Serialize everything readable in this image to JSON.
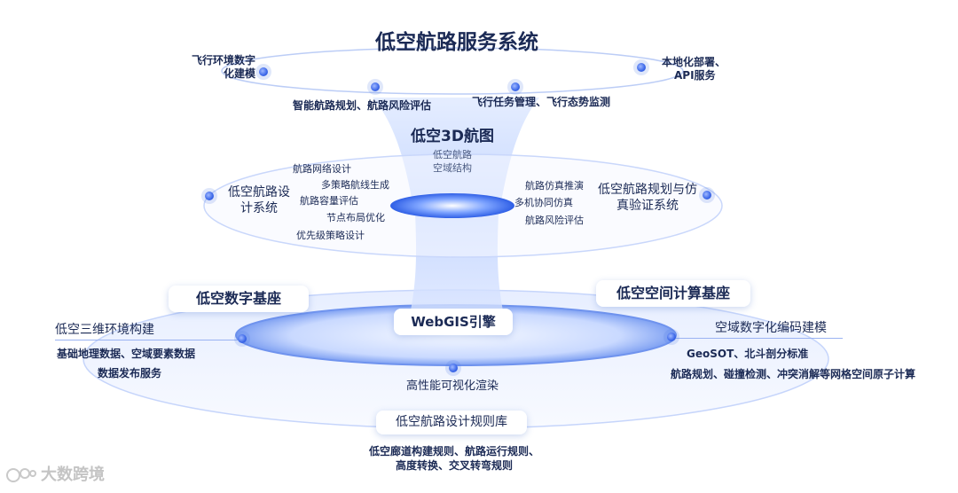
{
  "title": "低空航路服务系统",
  "top_ring": {
    "left": [
      "飞行环境数字",
      "化建模"
    ],
    "right": [
      "本地化部署、",
      "API服务"
    ],
    "bottom_left": "智能航路规划、航路风险评估",
    "bottom_right": "飞行任务管理、飞行态势监测"
  },
  "center": {
    "title": "低空3D航图",
    "sub1": "低空航路",
    "sub2": "空域结构"
  },
  "middle_ring": {
    "left_title": [
      "低空航路设",
      "计系统"
    ],
    "left_items": [
      "航路网络设计",
      "多策略航线生成",
      "航路容量评估",
      "节点布局优化",
      "优先级策略设计"
    ],
    "right_title": [
      "低空航路规划与仿",
      "真验证系统"
    ],
    "right_items": [
      "航路仿真推演",
      "多机协同仿真",
      "航路风险评估"
    ]
  },
  "base_left": {
    "title": "低空数字基座",
    "heading": "低空三维环境构建",
    "lines": [
      "基础地理数据、空域要素数据",
      "数据发布服务"
    ]
  },
  "base_right": {
    "title": "低空空间计算基座",
    "heading": "空域数字化编码建模",
    "lines": [
      "GeoSOT、北斗剖分标准",
      "航路规划、碰撞检测、冲突消解等网格空间原子计算"
    ]
  },
  "engine": "WebGIS引擎",
  "render": "高性能可视化渲染",
  "rules": {
    "title": "低空航路设计规则库",
    "lines": [
      "低空廊道构建规则、航路运行规则、",
      "高度转换、交叉转弯规则"
    ]
  },
  "watermark": "大数跨境"
}
